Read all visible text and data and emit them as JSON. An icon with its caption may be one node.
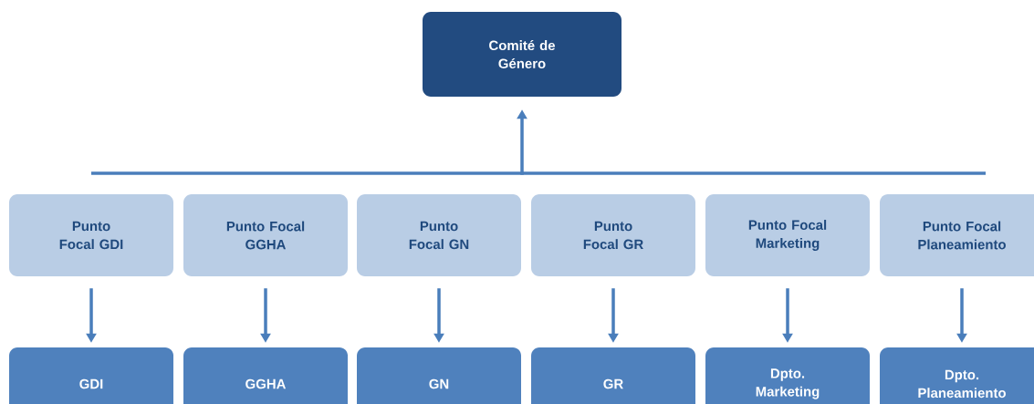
{
  "diagram": {
    "nodes": [
      {
        "text": [
          "Comité de Género"
        ]
      },
      {
        "text": [
          "Punto Focal GDI"
        ]
      },
      {
        "text": [
          "Punto Focal GGHA"
        ]
      },
      {
        "text": [
          "Punto Focal GN"
        ]
      },
      {
        "text": [
          "Punto Focal GR"
        ]
      },
      {
        "text": [
          "Punto Focal Marketing"
        ]
      },
      {
        "text": [
          "Punto Focal Planeamiento"
        ]
      },
      {
        "text": [
          "GDI"
        ]
      },
      {
        "text": [
          "GGHA"
        ]
      },
      {
        "text": [
          "GN"
        ]
      },
      {
        "text": [
          "GR"
        ]
      },
      {
        "text": [
          "Dpto. Marketing"
        ]
      },
      {
        "text": [
          "Dpto. Planeamiento"
        ]
      }
    ],
    "edges": [
      {
        "from": null,
        "to": 0,
        "arrow": "to"
      },
      {
        "from": 1,
        "to": 7,
        "arrow": "to"
      },
      {
        "from": 2,
        "to": 8,
        "arrow": "to"
      },
      {
        "from": 3,
        "to": 9,
        "arrow": "to"
      },
      {
        "from": 4,
        "to": 10,
        "arrow": "to"
      },
      {
        "from": 5,
        "to": 11,
        "arrow": "to"
      },
      {
        "from": 6,
        "to": 12,
        "arrow": "to"
      }
    ]
  }
}
